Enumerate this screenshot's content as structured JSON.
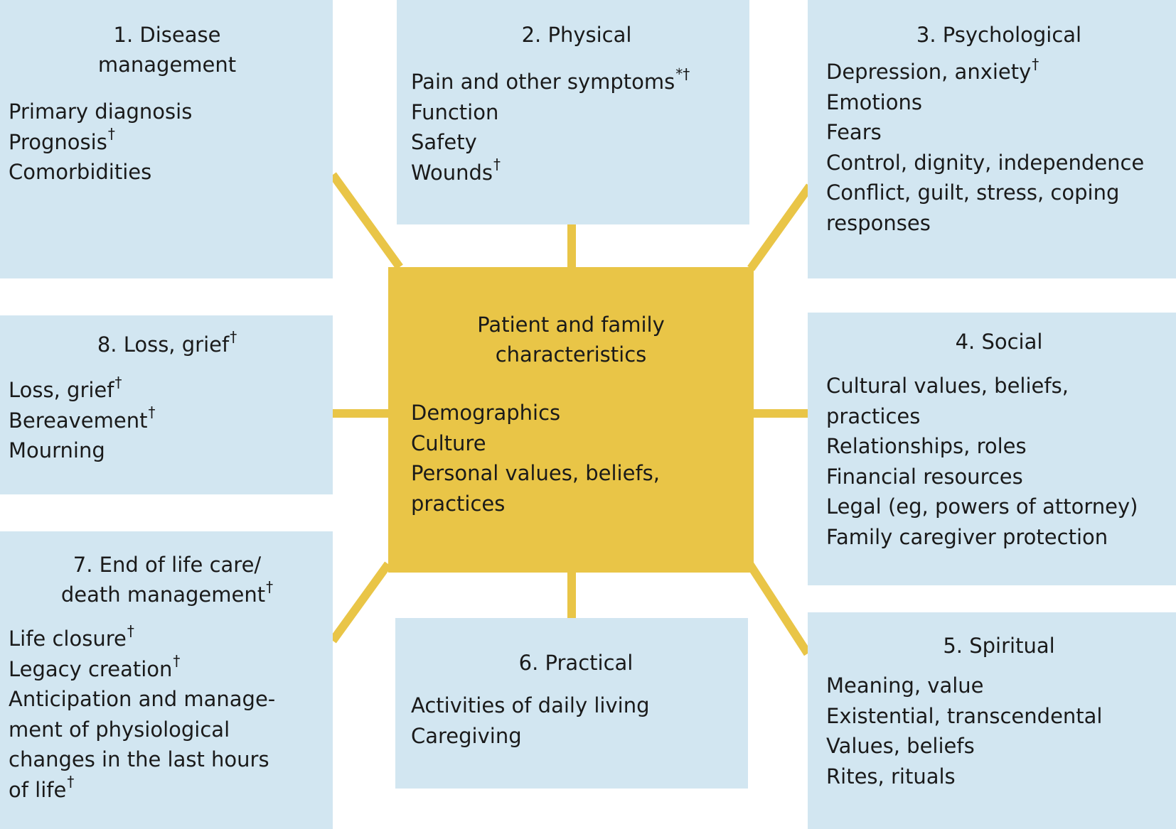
{
  "colors": {
    "box_fill": "#d2e6f1",
    "center_fill": "#e9c547",
    "connector": "#e9c547",
    "text": "#1a1a1a"
  },
  "center": {
    "title": "Patient and family\ncharacteristics",
    "items": [
      {
        "text": "Demographics",
        "mark": ""
      },
      {
        "text": "Culture",
        "mark": ""
      },
      {
        "text": "Personal values, beliefs,\npractices",
        "mark": ""
      }
    ]
  },
  "domains": [
    {
      "title": "1. Disease\nmanagement",
      "title_mark": "",
      "items": [
        {
          "text": "Primary diagnosis",
          "mark": ""
        },
        {
          "text": "Prognosis",
          "mark": "†"
        },
        {
          "text": "Comorbidities",
          "mark": ""
        }
      ]
    },
    {
      "title": "2. Physical",
      "title_mark": "",
      "items": [
        {
          "text": "Pain and other symptoms",
          "mark": "*†"
        },
        {
          "text": "Function",
          "mark": ""
        },
        {
          "text": "Safety",
          "mark": ""
        },
        {
          "text": "Wounds",
          "mark": "†"
        }
      ]
    },
    {
      "title": "3. Psychological",
      "title_mark": "",
      "items": [
        {
          "text": "Depression, anxiety",
          "mark": "†"
        },
        {
          "text": "Emotions",
          "mark": ""
        },
        {
          "text": "Fears",
          "mark": ""
        },
        {
          "text": "Control, dignity, independence",
          "mark": ""
        },
        {
          "text": "Conflict, guilt, stress, coping\nresponses",
          "mark": ""
        }
      ]
    },
    {
      "title": "4. Social",
      "title_mark": "",
      "items": [
        {
          "text": "Cultural values, beliefs,\npractices",
          "mark": ""
        },
        {
          "text": "Relationships, roles",
          "mark": ""
        },
        {
          "text": "Financial resources",
          "mark": ""
        },
        {
          "text": "Legal (eg, powers of attorney)",
          "mark": ""
        },
        {
          "text": "Family caregiver protection",
          "mark": ""
        }
      ]
    },
    {
      "title": "5. Spiritual",
      "title_mark": "",
      "items": [
        {
          "text": "Meaning, value",
          "mark": ""
        },
        {
          "text": "Existential, transcendental",
          "mark": ""
        },
        {
          "text": "Values, beliefs",
          "mark": ""
        },
        {
          "text": "Rites, rituals",
          "mark": ""
        }
      ]
    },
    {
      "title": "6. Practical",
      "title_mark": "",
      "items": [
        {
          "text": "Activities of daily living",
          "mark": ""
        },
        {
          "text": "Caregiving",
          "mark": ""
        }
      ]
    },
    {
      "title": "7. End of life care/\ndeath management",
      "title_mark": "†",
      "items": [
        {
          "text": "Life closure",
          "mark": "†"
        },
        {
          "text": "Legacy creation",
          "mark": "†"
        },
        {
          "text": "Anticipation and manage-\nment of physiological\nchanges in the last hours\nof life",
          "mark": "†"
        }
      ]
    },
    {
      "title": "8. Loss, grief",
      "title_mark": "†",
      "items": [
        {
          "text": "Loss, grief",
          "mark": "†"
        },
        {
          "text": "Bereavement",
          "mark": "†"
        },
        {
          "text": "Mourning",
          "mark": ""
        }
      ]
    }
  ]
}
